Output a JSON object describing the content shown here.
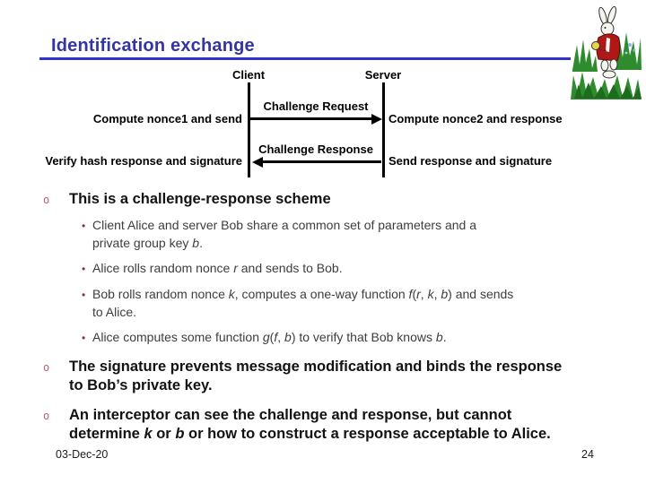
{
  "slide": {
    "title": "Identification exchange",
    "footer_date": "03-Dec-20",
    "footer_page": "24"
  },
  "diagram": {
    "client_label": "Client",
    "server_label": "Server",
    "request_label": "Challenge Request",
    "response_label": "Challenge Response",
    "client_action_top": "Compute nonce1 and send",
    "client_action_bottom": "Verify hash response and signature",
    "server_action_top": "Compute nonce2 and response",
    "server_action_bottom": "Send response and signature"
  },
  "bullets": [
    {
      "level": 1,
      "marker": "o",
      "runs": [
        {
          "t": "This is a challenge-response scheme"
        }
      ]
    },
    {
      "level": 2,
      "marker": "•",
      "runs": [
        {
          "t": "Client Alice and server Bob share a common set of parameters and a\nprivate group key "
        },
        {
          "t": "b",
          "i": true
        },
        {
          "t": "."
        }
      ]
    },
    {
      "level": 2,
      "marker": "•",
      "runs": [
        {
          "t": "Alice rolls random nonce "
        },
        {
          "t": "r",
          "i": true
        },
        {
          "t": " and sends to Bob."
        }
      ]
    },
    {
      "level": 2,
      "marker": "•",
      "runs": [
        {
          "t": "Bob rolls random nonce "
        },
        {
          "t": "k",
          "i": true
        },
        {
          "t": ", computes a one-way function "
        },
        {
          "t": "f",
          "i": true
        },
        {
          "t": "("
        },
        {
          "t": "r",
          "i": true
        },
        {
          "t": ", "
        },
        {
          "t": "k",
          "i": true
        },
        {
          "t": ", "
        },
        {
          "t": "b",
          "i": true
        },
        {
          "t": ") and sends\nto Alice."
        }
      ]
    },
    {
      "level": 2,
      "marker": "•",
      "runs": [
        {
          "t": "Alice computes some function "
        },
        {
          "t": "g",
          "i": true
        },
        {
          "t": "("
        },
        {
          "t": "f",
          "i": true
        },
        {
          "t": ", "
        },
        {
          "t": "b",
          "i": true
        },
        {
          "t": ") to verify that Bob knows "
        },
        {
          "t": "b",
          "i": true
        },
        {
          "t": "."
        }
      ]
    },
    {
      "level": 1,
      "marker": "o",
      "runs": [
        {
          "t": "The signature prevents message modification and binds the response\nto Bob’s private key."
        }
      ]
    },
    {
      "level": 1,
      "marker": "o",
      "runs": [
        {
          "t": "An interceptor can see the challenge and response, but cannot\ndetermine "
        },
        {
          "t": "k",
          "i": true
        },
        {
          "t": " or "
        },
        {
          "t": "b",
          "i": true
        },
        {
          "t": " or how to construct a response acceptable to Alice."
        }
      ]
    }
  ],
  "icons": {
    "rabbit": "white-rabbit-illustration"
  },
  "colors": {
    "title_text": "#3434a4",
    "title_rule": "#3333cc",
    "diagram_ink": "#000000",
    "bullet_o_marker": "#bb5f6e",
    "bullet_dot_marker": "#8e2e40",
    "body_text": "#121212",
    "sub_text": "#3d3d3d"
  }
}
